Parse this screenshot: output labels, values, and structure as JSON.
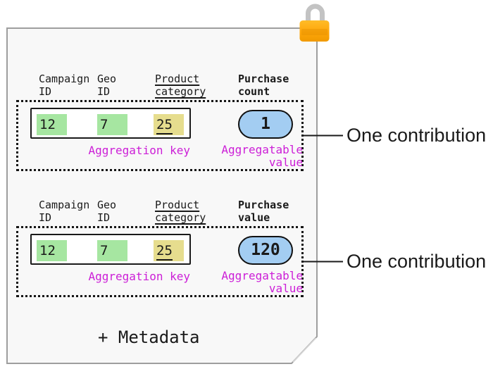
{
  "palette": {
    "paper_fill": "#f8f8f8",
    "paper_border": "#9e9e9e",
    "key_green": "#a6e6a1",
    "key_yellow": "#e6dd8e",
    "value_blue": "#a3cdf2",
    "label_magenta": "#cc1ed7",
    "lock_body_orange": "#ffa60a",
    "lock_shackle_gray": "#c3c3c3",
    "line_black": "#1a1a1a"
  },
  "sections": [
    {
      "headers": [
        {
          "line1": "Campaign",
          "line2": "ID"
        },
        {
          "line1": "Geo",
          "line2": "ID"
        },
        {
          "line1": "Product",
          "line2": "category"
        },
        {
          "line1": "Purchase",
          "line2": "count"
        }
      ],
      "key_cells": [
        {
          "value": "12"
        },
        {
          "value": "7"
        },
        {
          "value": "25"
        }
      ],
      "aggregatable_value": "1",
      "key_label": "Aggregation key",
      "value_label_line1": "Aggregatable",
      "value_label_line2": "value",
      "annotation": "One contribution"
    },
    {
      "headers": [
        {
          "line1": "Campaign",
          "line2": "ID"
        },
        {
          "line1": "Geo",
          "line2": "ID"
        },
        {
          "line1": "Product",
          "line2": "category"
        },
        {
          "line1": "Purchase",
          "line2": "value"
        }
      ],
      "key_cells": [
        {
          "value": "12"
        },
        {
          "value": "7"
        },
        {
          "value": "25"
        }
      ],
      "aggregatable_value": "120",
      "key_label": "Aggregation key",
      "value_label_line1": "Aggregatable",
      "value_label_line2": "value",
      "annotation": "One contribution"
    }
  ],
  "footer": {
    "metadata_label": "+ Metadata"
  }
}
